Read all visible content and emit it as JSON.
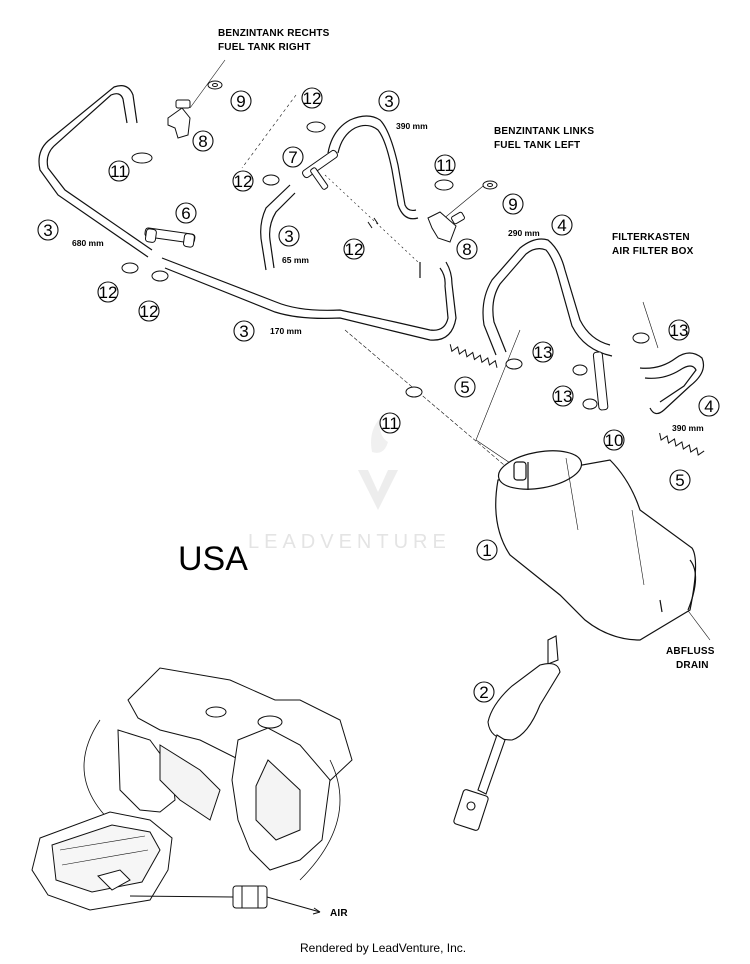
{
  "labels": {
    "tank_right_de": "BENZINTANK RECHTS",
    "tank_right_en": "FUEL TANK RIGHT",
    "tank_left_de": "BENZINTANK LINKS",
    "tank_left_en": "FUEL TANK LEFT",
    "filter_box_de": "FILTERKASTEN",
    "filter_box_en": "AIR FILTER BOX",
    "drain_de": "ABFLUSS",
    "drain_en": "DRAIN",
    "air": "AIR",
    "region": "USA"
  },
  "dimensions": {
    "d390_top": "390 mm",
    "d680": "680 mm",
    "d65": "65 mm",
    "d170": "170 mm",
    "d290": "290 mm",
    "d390_right": "390 mm"
  },
  "callouts": {
    "c1": "1",
    "c2": "2",
    "c3a": "3",
    "c3b": "3",
    "c3c": "3",
    "c3d": "3",
    "c4a": "4",
    "c4b": "4",
    "c5a": "5",
    "c5b": "5",
    "c6": "6",
    "c7": "7",
    "c8a": "8",
    "c8b": "8",
    "c9a": "9",
    "c9b": "9",
    "c10": "10",
    "c11a": "11",
    "c11b": "11",
    "c11c": "11",
    "c12a": "12",
    "c12b": "12",
    "c12c": "12",
    "c12d": "12",
    "c12e": "12",
    "c13a": "13",
    "c13b": "13",
    "c13c": "13"
  },
  "watermark": "LEADVENTURE",
  "footer": "Rendered by LeadVenture, Inc."
}
